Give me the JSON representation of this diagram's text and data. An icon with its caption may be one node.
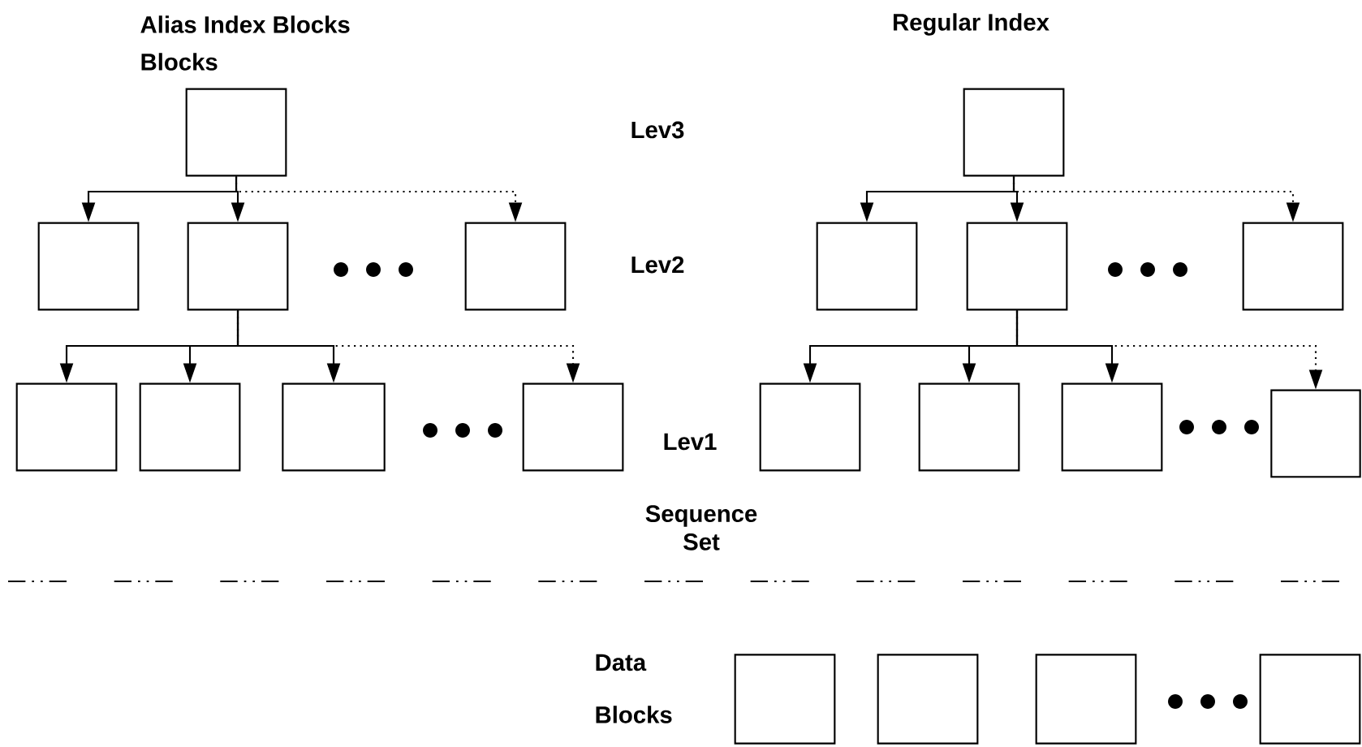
{
  "diagram": {
    "nodes": [
      {
        "text": [],
        "shape": "box"
      },
      {
        "text": [],
        "shape": "box"
      },
      {
        "text": [],
        "shape": "box"
      },
      {
        "text": [],
        "shape": "box"
      },
      {
        "text": [],
        "shape": "box"
      },
      {
        "text": [],
        "shape": "box"
      },
      {
        "text": [],
        "shape": "box"
      },
      {
        "text": [],
        "shape": "box"
      },
      {
        "text": [],
        "shape": "box"
      },
      {
        "text": [],
        "shape": "box"
      },
      {
        "text": [],
        "shape": "box"
      },
      {
        "text": [],
        "shape": "box"
      },
      {
        "text": [],
        "shape": "box"
      },
      {
        "text": [],
        "shape": "box"
      },
      {
        "text": [],
        "shape": "box"
      },
      {
        "text": [],
        "shape": "box"
      },
      {
        "text": [],
        "shape": "box"
      },
      {
        "text": [],
        "shape": "box"
      },
      {
        "text": [],
        "shape": "box"
      },
      {
        "text": [],
        "shape": "box"
      }
    ],
    "edges": [
      {
        "from": 0,
        "to": 2,
        "arrow": "to"
      },
      {
        "from": 0,
        "to": 3,
        "arrow": "to"
      },
      {
        "from": 0,
        "to": 4,
        "arrow": "to",
        "style": "dashed"
      },
      {
        "from": 1,
        "to": 5,
        "arrow": "to"
      },
      {
        "from": 1,
        "to": 6,
        "arrow": "to"
      },
      {
        "from": 1,
        "to": 7,
        "arrow": "to",
        "style": "dashed"
      },
      {
        "from": 3,
        "to": 8,
        "arrow": "to"
      },
      {
        "from": 3,
        "to": 9,
        "arrow": "to"
      },
      {
        "from": 3,
        "to": 10,
        "arrow": "to"
      },
      {
        "from": 3,
        "to": 11,
        "arrow": "to",
        "style": "dashed"
      },
      {
        "from": 6,
        "to": 12,
        "arrow": "to"
      },
      {
        "from": 6,
        "to": 13,
        "arrow": "to"
      },
      {
        "from": 6,
        "to": 14,
        "arrow": "to"
      },
      {
        "from": 6,
        "to": 15,
        "arrow": "to",
        "style": "dashed"
      }
    ],
    "labels": [
      "Alias Index Blocks",
      "Blocks",
      "Regular Index",
      "Lev3",
      "Lev2",
      "Lev1",
      "Sequence Set",
      "Data",
      "Blocks"
    ]
  }
}
